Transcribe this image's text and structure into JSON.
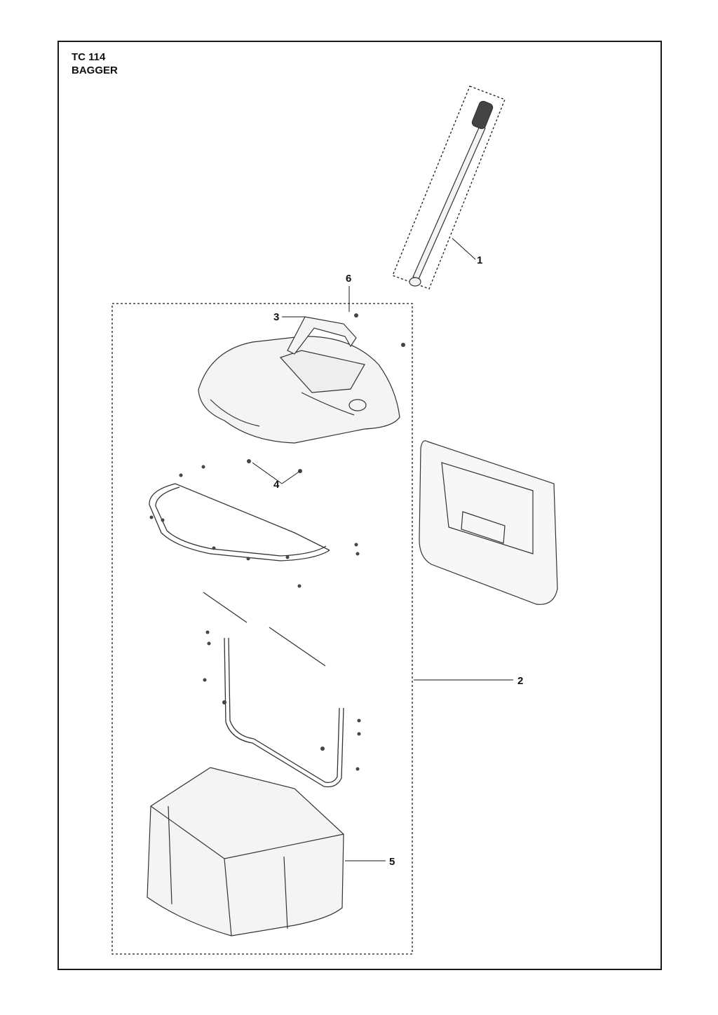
{
  "header": {
    "model": "TC 114",
    "section": "BAGGER"
  },
  "callouts": [
    {
      "id": "1",
      "label": "1"
    },
    {
      "id": "2",
      "label": "2"
    },
    {
      "id": "3",
      "label": "3"
    },
    {
      "id": "4",
      "label": "4"
    },
    {
      "id": "5",
      "label": "5"
    },
    {
      "id": "6",
      "label": "6"
    }
  ],
  "colors": {
    "line": "#1a1a1a",
    "part_stroke": "#333333",
    "part_fill": "#f4f4f4",
    "background": "#ffffff"
  }
}
